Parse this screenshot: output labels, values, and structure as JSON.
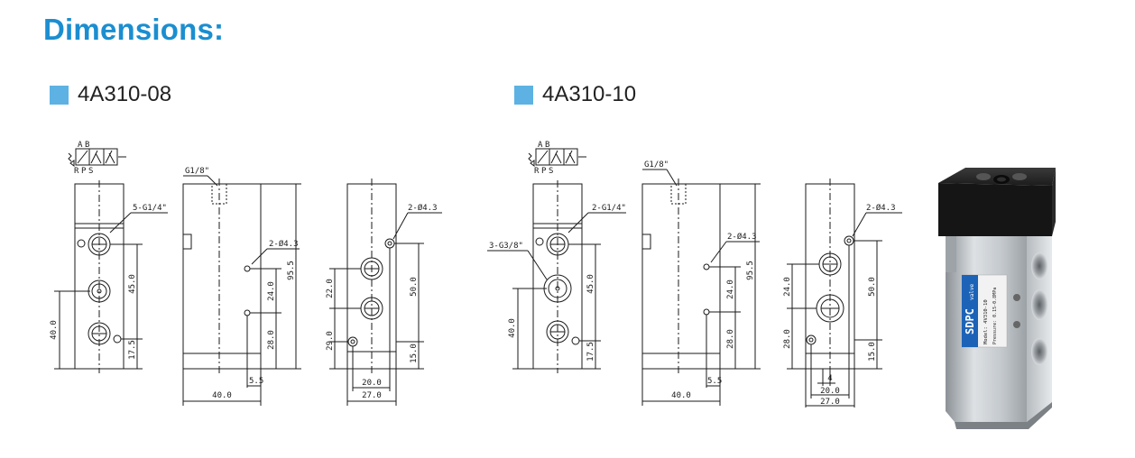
{
  "page": {
    "title": "Dimensions:"
  },
  "models": [
    {
      "name": "4A310-08",
      "symbol_ports": {
        "a": "A",
        "b": "B",
        "r": "R",
        "p": "P",
        "s": "S"
      },
      "front": {
        "port_callout": "5-G1/4\"",
        "dims": {
          "v40": "40.0",
          "v45": "45.0",
          "v17_5": "17.5"
        }
      },
      "side": {
        "pilot_port": "G1/8\"",
        "mount_hole": "2-Ø4.3",
        "dims": {
          "v95_5": "95.5",
          "v24": "24.0",
          "v28": "28.0",
          "w5_5": "5.5",
          "w40": "40.0"
        }
      },
      "rear": {
        "mount_hole": "2-Ø4.3",
        "dims": {
          "v22": "22.0",
          "v29": "29.0",
          "v50": "50.0",
          "v15": "15.0",
          "w20": "20.0",
          "w27": "27.0"
        }
      }
    },
    {
      "name": "4A310-10",
      "symbol_ports": {
        "a": "A",
        "b": "B",
        "r": "R",
        "p": "P",
        "s": "S"
      },
      "front": {
        "port_callout": "2-G1/4\"",
        "port_callout_2": "3-G3/8\"",
        "dims": {
          "v40": "40.0",
          "v45": "45.0",
          "v17_5": "17.5"
        }
      },
      "side": {
        "pilot_port": "G1/8\"",
        "mount_hole": "2-Ø4.3",
        "dims": {
          "v95_5": "95.5",
          "v24": "24.0",
          "v28": "28.0",
          "w5_5": "5.5",
          "w40": "40.0"
        }
      },
      "rear": {
        "mount_hole": "2-Ø4.3",
        "dims": {
          "v24": "24.0",
          "v28": "28.0",
          "v50": "50.0",
          "v15": "15.0",
          "w4": "4",
          "w20": "20.0",
          "w27": "27.0"
        }
      }
    }
  ],
  "product_photo": {
    "brand": "SDPC",
    "brand_suffix": "valve",
    "model_line": "Model: 4V310-10",
    "pressure_line": "Pressure: 0.15-0.8MPa"
  }
}
